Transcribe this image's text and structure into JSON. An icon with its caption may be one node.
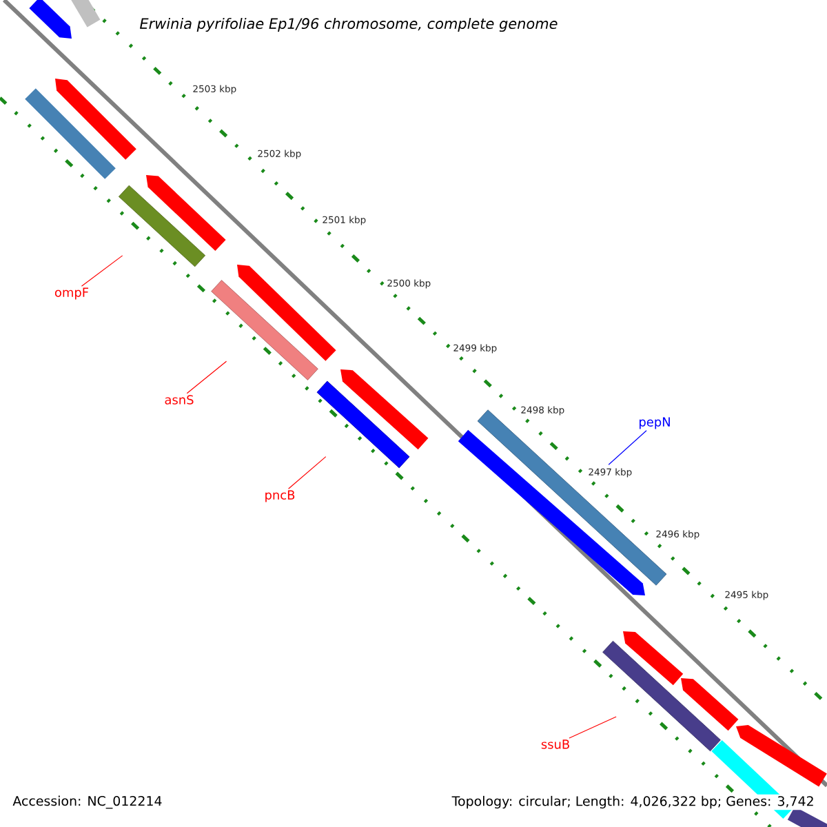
{
  "diagram": {
    "title": "Erwinia pyrifoliae Ep1/96 chromosome, complete genome",
    "nodes": [
      {
        "text": [
          "ompF"
        ]
      },
      {
        "text": [
          "asnS"
        ]
      },
      {
        "text": [
          "pncB"
        ]
      },
      {
        "text": [
          "pepN"
        ]
      },
      {
        "text": [
          "ssuB"
        ]
      },
      {
        "text": [],
        "shape": "bar"
      },
      {
        "text": [],
        "shape": "bar"
      },
      {
        "text": [],
        "shape": "bar"
      },
      {
        "text": [],
        "shape": "bar"
      },
      {
        "text": [],
        "shape": "bar"
      }
    ],
    "edges": [
      {
        "from": 0,
        "to": 5,
        "arrow": "none"
      },
      {
        "from": 1,
        "to": 6,
        "arrow": "none"
      },
      {
        "from": 2,
        "to": 7,
        "arrow": "none"
      },
      {
        "from": 3,
        "to": 8,
        "arrow": "none",
        "color": "#0000ff"
      },
      {
        "from": 4,
        "to": 9,
        "arrow": "none"
      }
    ],
    "labels": [
      "2503 kbp",
      "2502 kbp",
      "2501 kbp",
      "2500 kbp",
      "2499 kbp",
      "2498 kbp",
      "2497 kbp",
      "2496 kbp",
      "2495 kbp",
      "Accession: NC_012214",
      "Topology: circular; Length: 4,026,322 bp; Genes: 3,742"
    ]
  }
}
